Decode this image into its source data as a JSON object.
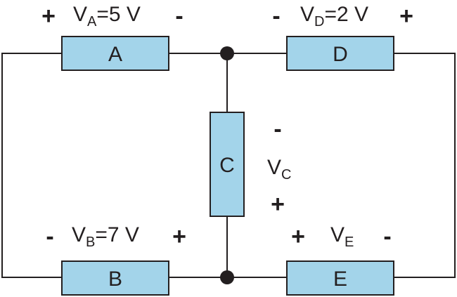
{
  "colors": {
    "component_fill": "#a3d4ea",
    "wire": "#231f20"
  },
  "components": {
    "A": {
      "label": "A",
      "volt_sym": "V",
      "volt_sub": "A",
      "volt_value": "=5 V",
      "left_sign": "+",
      "right_sign": "-"
    },
    "B": {
      "label": "B",
      "volt_sym": "V",
      "volt_sub": "B",
      "volt_value": "=7 V",
      "left_sign": "-",
      "right_sign": "+"
    },
    "C": {
      "label": "C",
      "volt_sym": "V",
      "volt_sub": "C",
      "top_sign": "-",
      "bottom_sign": "+"
    },
    "D": {
      "label": "D",
      "volt_sym": "V",
      "volt_sub": "D",
      "volt_value": "=2 V",
      "left_sign": "-",
      "right_sign": "+"
    },
    "E": {
      "label": "E",
      "volt_sym": "V",
      "volt_sub": "E",
      "left_sign": "+",
      "right_sign": "-"
    }
  }
}
